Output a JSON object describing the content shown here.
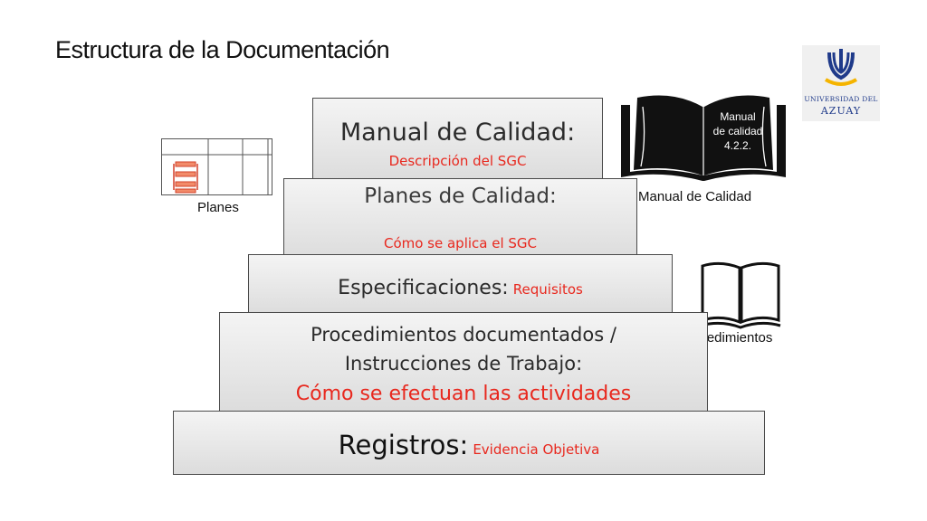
{
  "title": "Estructura de la Documentación",
  "pyramid": {
    "manual": {
      "heading": "Manual de Calidad:",
      "detail": "Descripción del SGC"
    },
    "planes": {
      "heading": "Planes de Calidad:",
      "detail": "Cómo se aplica el SGC"
    },
    "especificaciones": {
      "heading": "Especificaciones:",
      "detail": "Requisitos"
    },
    "procedimientos": {
      "line1": "Procedimientos documentados /",
      "line2": "Instrucciones de Trabajo:",
      "detail": "Cómo se efectuan las actividades"
    },
    "registros": {
      "heading": "Registros:",
      "detail": "Evidencia Objetiva"
    }
  },
  "side": {
    "planes_caption": "Planes",
    "book_text": [
      "Manual",
      "de calidad",
      "4.2.2."
    ],
    "manual_caption": "Manual de Calidad",
    "procedimientos_caption": "Procedimientos"
  },
  "logo": {
    "line1": "UNIVERSIDAD DEL",
    "line2": "AZUAY"
  },
  "colors": {
    "accent_red": "#e8281e",
    "logo_blue": "#1f3a8a"
  },
  "icons": [
    "planes-table-icon",
    "open-book-icon",
    "open-book-outline-icon",
    "university-logo"
  ]
}
